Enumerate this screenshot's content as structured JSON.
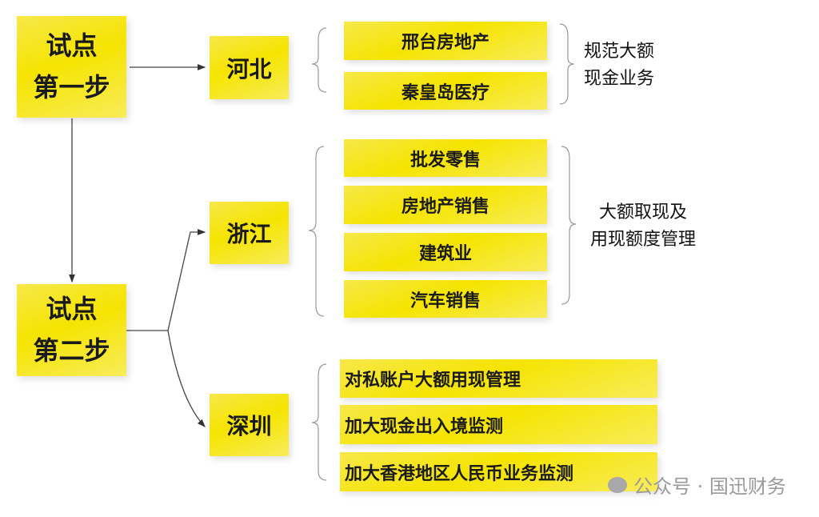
{
  "steps": [
    {
      "line1": "试点",
      "line2": "第一步"
    },
    {
      "line1": "试点",
      "line2": "第二步"
    }
  ],
  "regions": [
    "河北",
    "浙江",
    "深圳"
  ],
  "hebei_items": [
    "邢台房地产",
    "秦皇岛医疗"
  ],
  "hebei_note": {
    "line1": "规范大额",
    "line2": "现金业务"
  },
  "zhejiang_items": [
    "批发零售",
    "房地产销售",
    "建筑业",
    "汽车销售"
  ],
  "zhejiang_note": {
    "line1": "大额取现及",
    "line2": "用现额度管理"
  },
  "shenzhen_items": [
    "对私账户大额用现管理",
    "加大现金出入境监测",
    "加大香港地区人民币业务监测"
  ],
  "watermark": "公众号 · 国迅财务"
}
